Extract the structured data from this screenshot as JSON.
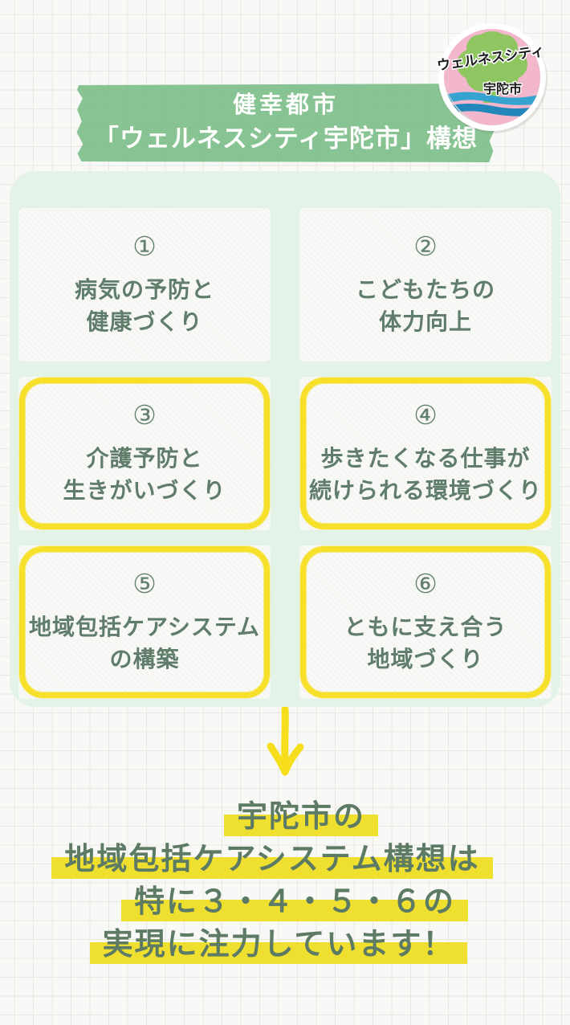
{
  "header": {
    "banner": {
      "line1": "健幸都市",
      "line2": "「ウェルネスシティ宇陀市」構想",
      "bg_color": "#7fbe8c",
      "text_color": "#ffffff"
    },
    "logo": {
      "title": "ウェルネスシティ",
      "city": "宇陀市",
      "pink": "#f3b7cd",
      "tree_green": "#8fc661",
      "wave_blue_light": "#35a3d0",
      "wave_blue_dark": "#2187ba"
    }
  },
  "goals": [
    {
      "number": "①",
      "line1": "病気の予防と",
      "line2": "健康づくり",
      "highlighted": false
    },
    {
      "number": "②",
      "line1": "こどもたちの",
      "line2": "体力向上",
      "highlighted": false
    },
    {
      "number": "③",
      "line1": "介護予防と",
      "line2": "生きがいづくり",
      "highlighted": true
    },
    {
      "number": "④",
      "line1": "歩きたくなる仕事が",
      "line2": "続けられる環境づくり",
      "highlighted": true
    },
    {
      "number": "⑤",
      "line1": "地域包括ケアシステム",
      "line2": "の構築",
      "highlighted": true
    },
    {
      "number": "⑥",
      "line1": "ともに支え合う",
      "line2": "地域づくり",
      "highlighted": true
    }
  ],
  "footer": {
    "line1": "宇陀市の",
    "line2": "地域包括ケアシステム構想は",
    "line3": "特に３・４・５・６の",
    "line4": "実現に注力しています！"
  },
  "colors": {
    "panel_green": "#e3f3e7",
    "card_bg": "#f9f9f7",
    "text_green": "#5f7d6a",
    "border_yellow": "#f6e02a",
    "arrow_yellow": "#f6de1c",
    "highlight_yellow": "#efe030",
    "grid_line": "#e8e7e4"
  }
}
